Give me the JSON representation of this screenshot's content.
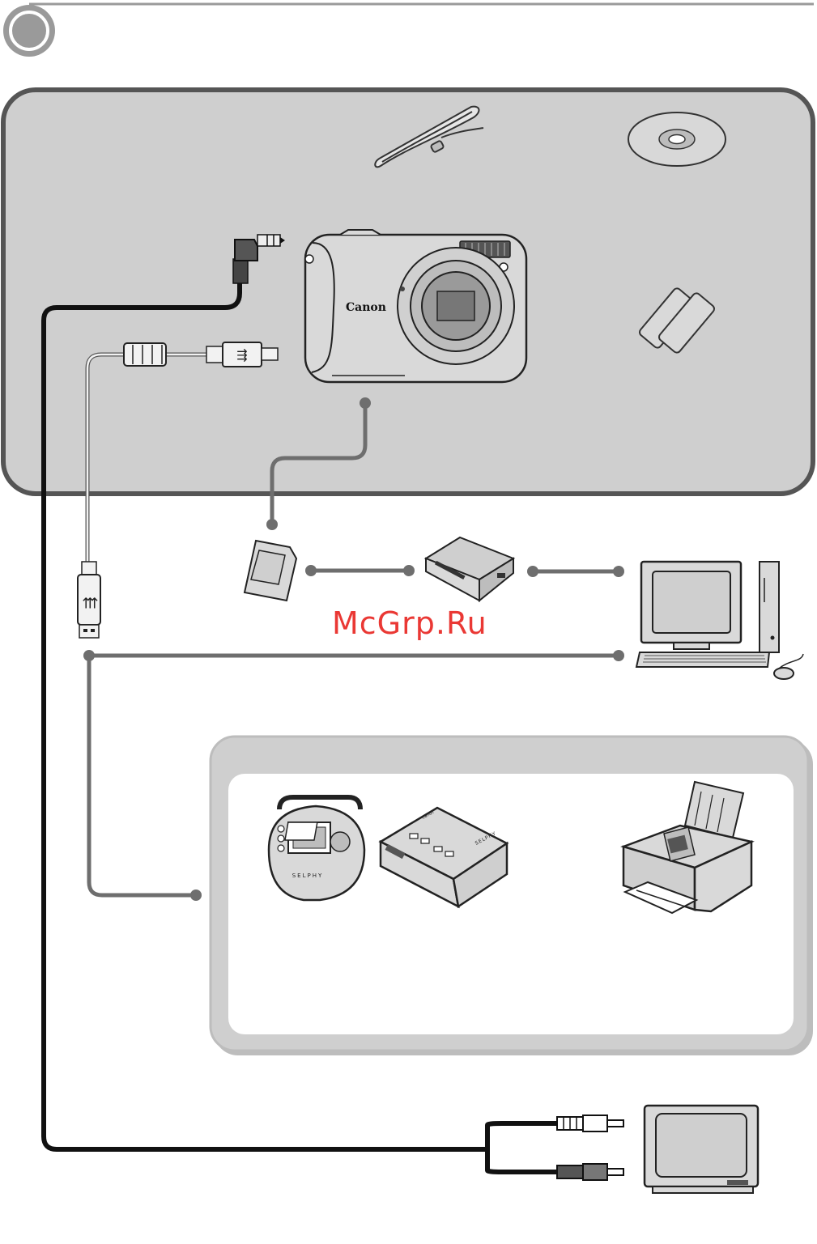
{
  "watermark": {
    "text": "McGrp.Ru"
  },
  "camera": {
    "brand": "Canon"
  },
  "printers": {
    "selphy_label": "SELPHY",
    "brand_small": "Canon"
  },
  "colors": {
    "panel": "#cfcfcf",
    "panel_border": "#555555",
    "inner_panel": "#ffffff",
    "device_fill": "#d9d9d9",
    "cable_black": "#111111",
    "cable_gray": "#6e6e6e",
    "watermark": "#e8231f"
  },
  "icons": [
    "section-badge-icon",
    "wrist-strap-icon",
    "cd-rom-icon",
    "av-plug-icon",
    "camera-icon",
    "batteries-icon",
    "usb-cable-icon",
    "sd-card-icon",
    "card-reader-icon",
    "computer-icon",
    "selphy-compact-printer-icon",
    "selphy-cp-printer-icon",
    "inkjet-printer-icon",
    "rca-plug-icon",
    "tv-icon"
  ]
}
